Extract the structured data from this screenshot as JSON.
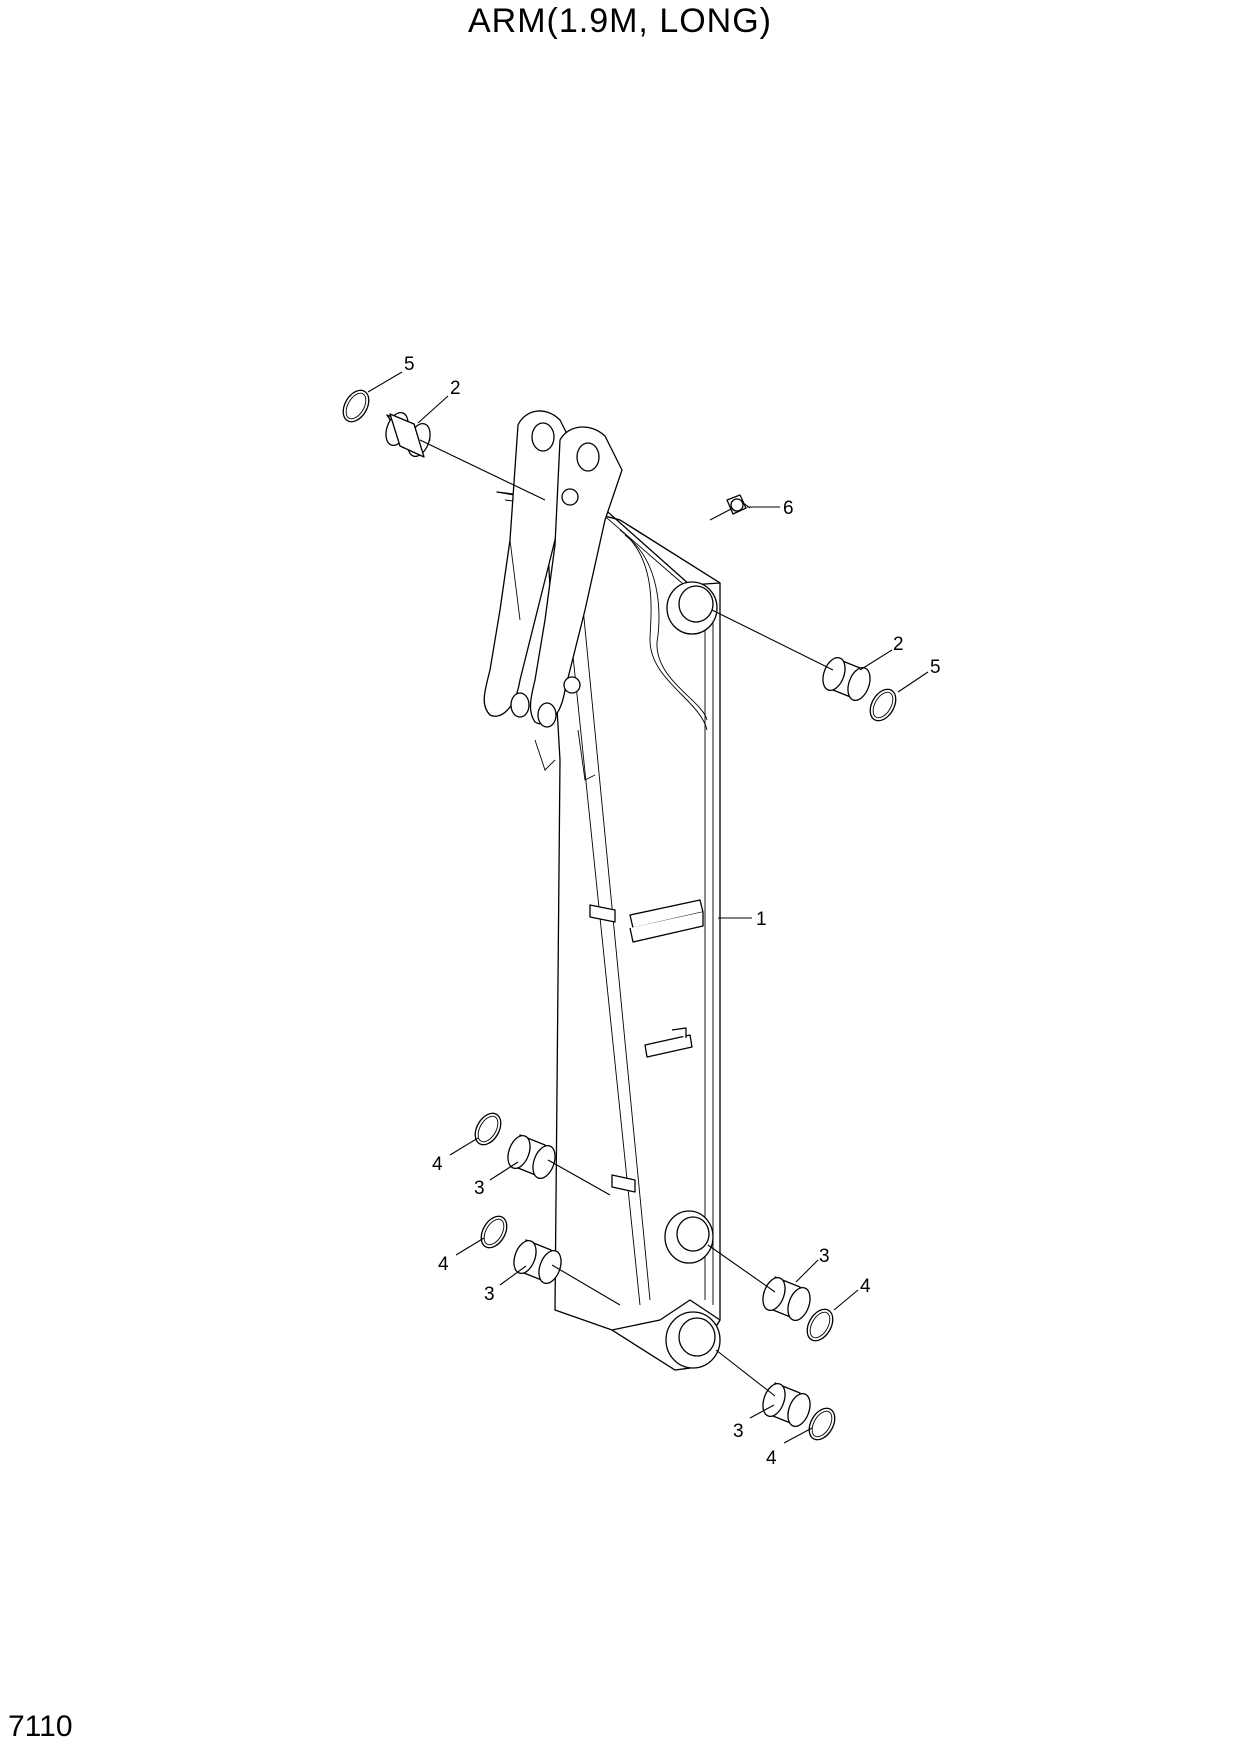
{
  "title": "ARM(1.9M, LONG)",
  "page_number": "7110",
  "callouts": [
    {
      "id": "c5a",
      "label": "5"
    },
    {
      "id": "c2a",
      "label": "2"
    },
    {
      "id": "c6",
      "label": "6"
    },
    {
      "id": "c2b",
      "label": "2"
    },
    {
      "id": "c5b",
      "label": "5"
    },
    {
      "id": "c1",
      "label": "1"
    },
    {
      "id": "c4a",
      "label": "4"
    },
    {
      "id": "c3a",
      "label": "3"
    },
    {
      "id": "c4b",
      "label": "4"
    },
    {
      "id": "c3b",
      "label": "3"
    },
    {
      "id": "c3c",
      "label": "3"
    },
    {
      "id": "c4c",
      "label": "4"
    },
    {
      "id": "c3d",
      "label": "3"
    },
    {
      "id": "c4d",
      "label": "4"
    }
  ]
}
